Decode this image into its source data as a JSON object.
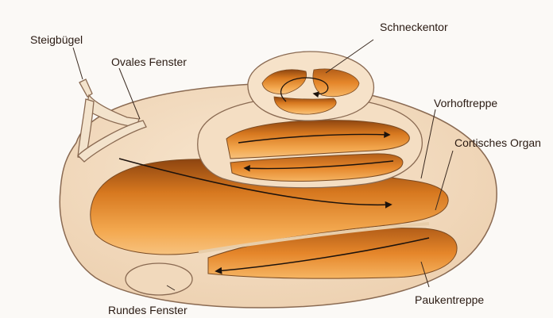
{
  "labels": {
    "steigbuegel": "Steigbügel",
    "ovales_fenster": "Ovales Fenster",
    "schneckentor": "Schneckentor",
    "vorhoftreppe": "Vorhoftreppe",
    "cortisches_organ": "Cortisches Organ",
    "rundes_fenster": "Rundes Fenster",
    "paukentreppe": "Paukentreppe"
  },
  "colors": {
    "background": "#fbf9f6",
    "bone": "#f3dcc0",
    "bone_outline": "#8a6a52",
    "channel_light": "#f2a552",
    "channel_dark": "#a45414",
    "membrane": "#e7cbaa",
    "leader_line": "#3a2a20"
  }
}
